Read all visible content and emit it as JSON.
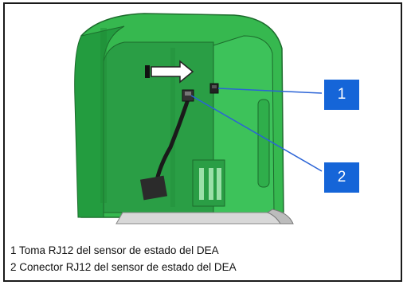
{
  "figure": {
    "callouts": [
      "1",
      "2"
    ],
    "captions": [
      "1 Toma RJ12 del sensor de estado del DEA",
      "2 Conector RJ12 del sensor de estado del DEA"
    ],
    "colors": {
      "cabinet_green": "#2fb34a",
      "cabinet_dark_green": "#1f8a36",
      "callout_blue": "#1565d8",
      "leader_line_blue": "#2a63d6",
      "cable_black": "#1a1a1a",
      "base_grey": "#d8d8d8"
    },
    "icons": [
      "white-arrow-icon",
      "rj12-socket-icon",
      "rj12-connector-icon"
    ]
  }
}
